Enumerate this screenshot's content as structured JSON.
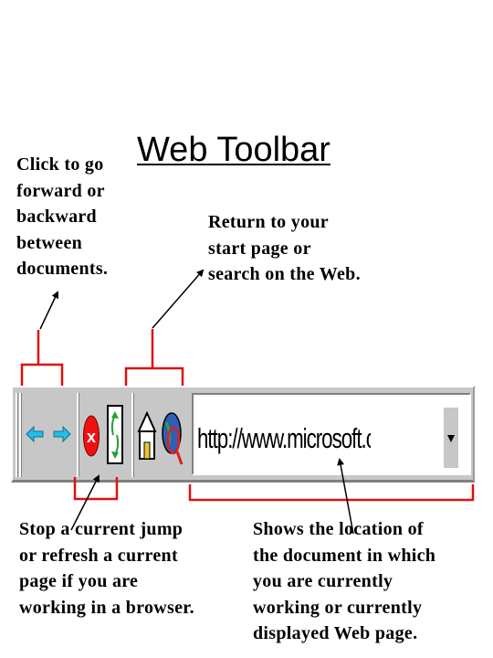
{
  "title": "Web Toolbar",
  "callouts": {
    "navigation": "Click to go\nforward or\nbackward\nbetween\ndocuments.",
    "home_search": "Return to your\nstart page or\nsearch on the Web.",
    "stop_refresh": "Stop a current jump\nor refresh a current\npage if you are\nworking in a browser.",
    "address": "Shows the location of\nthe document in which\nyou are currently\nworking or currently\ndisplayed Web page."
  },
  "toolbar": {
    "address_value": "http://www.microsoft.com/education/",
    "buttons": {
      "back": "back-arrow-icon",
      "forward": "forward-arrow-icon",
      "stop": "stop-icon",
      "refresh": "refresh-icon",
      "home": "home-icon",
      "search": "search-icon"
    },
    "stop_glyph": "x"
  },
  "colors": {
    "bracket": "#e01010",
    "arrow_icon": "#20c0e8",
    "stop": "#ee1111",
    "refresh": "#20a030",
    "toolbar_bg": "#c7c7c7"
  }
}
